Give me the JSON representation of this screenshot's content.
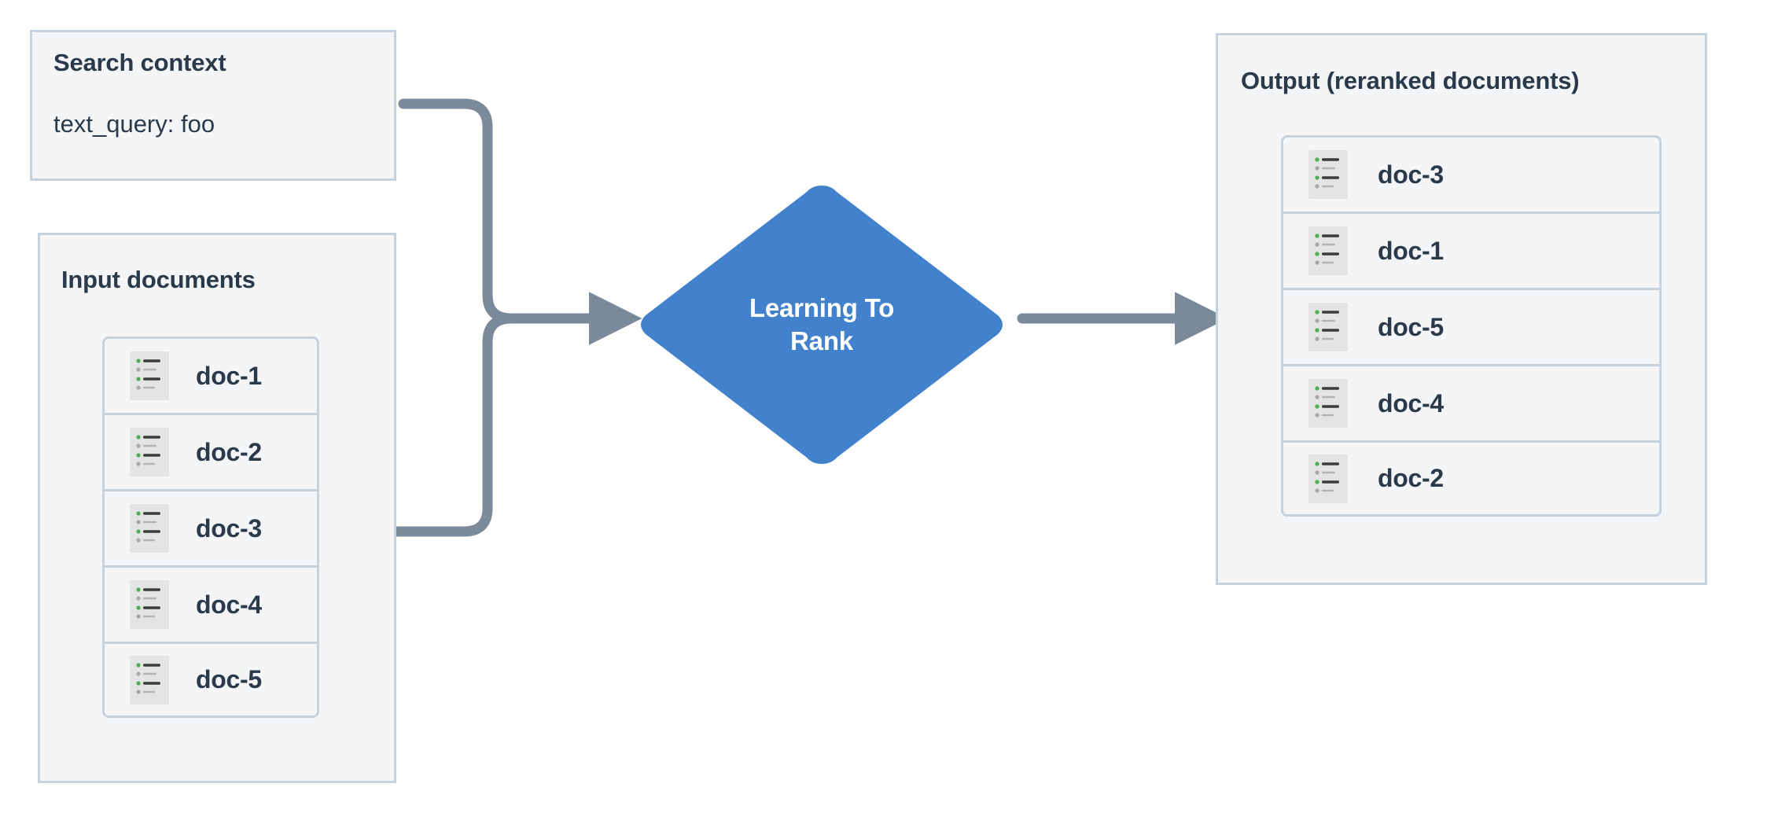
{
  "diagram": {
    "title": "Learning To Rank reranking pipeline",
    "colors": {
      "panel_bg": "#f3f5f7",
      "panel_border": "#c6d2dd",
      "text": "#2b3a4a",
      "connector": "#7b8a9b",
      "node_blue": "#4282cc",
      "icon_bg": "#e4e4e4",
      "icon_bullet_green": "#4caf50",
      "icon_bullet_gray": "#a8a8a8",
      "icon_line_dark": "#3d3d3d",
      "icon_line_gray": "#b4b4b4"
    }
  },
  "search_context": {
    "title": "Search context",
    "query_line": "text_query: foo"
  },
  "input_documents": {
    "title": "Input documents",
    "documents": [
      {
        "label": "doc-1",
        "icon": "document-list-icon"
      },
      {
        "label": "doc-2",
        "icon": "document-list-icon"
      },
      {
        "label": "doc-3",
        "icon": "document-list-icon"
      },
      {
        "label": "doc-4",
        "icon": "document-list-icon"
      },
      {
        "label": "doc-5",
        "icon": "document-list-icon"
      }
    ]
  },
  "process_node": {
    "label": "Learning To Rank",
    "line1": "Learning To",
    "line2": "Rank",
    "shape": "diamond"
  },
  "output_documents": {
    "title": "Output (reranked documents)",
    "documents": [
      {
        "label": "doc-3",
        "icon": "document-list-icon"
      },
      {
        "label": "doc-1",
        "icon": "document-list-icon"
      },
      {
        "label": "doc-5",
        "icon": "document-list-icon"
      },
      {
        "label": "doc-4",
        "icon": "document-list-icon"
      },
      {
        "label": "doc-2",
        "icon": "document-list-icon"
      }
    ]
  },
  "connectors": [
    {
      "name": "search-context-to-ltr",
      "from": "search_context",
      "to": "process_node",
      "arrowhead": true
    },
    {
      "name": "input-documents-to-ltr",
      "from": "input_documents",
      "to": "process_node",
      "arrowhead": true
    },
    {
      "name": "ltr-to-output",
      "from": "process_node",
      "to": "output_documents",
      "arrowhead": true
    }
  ]
}
